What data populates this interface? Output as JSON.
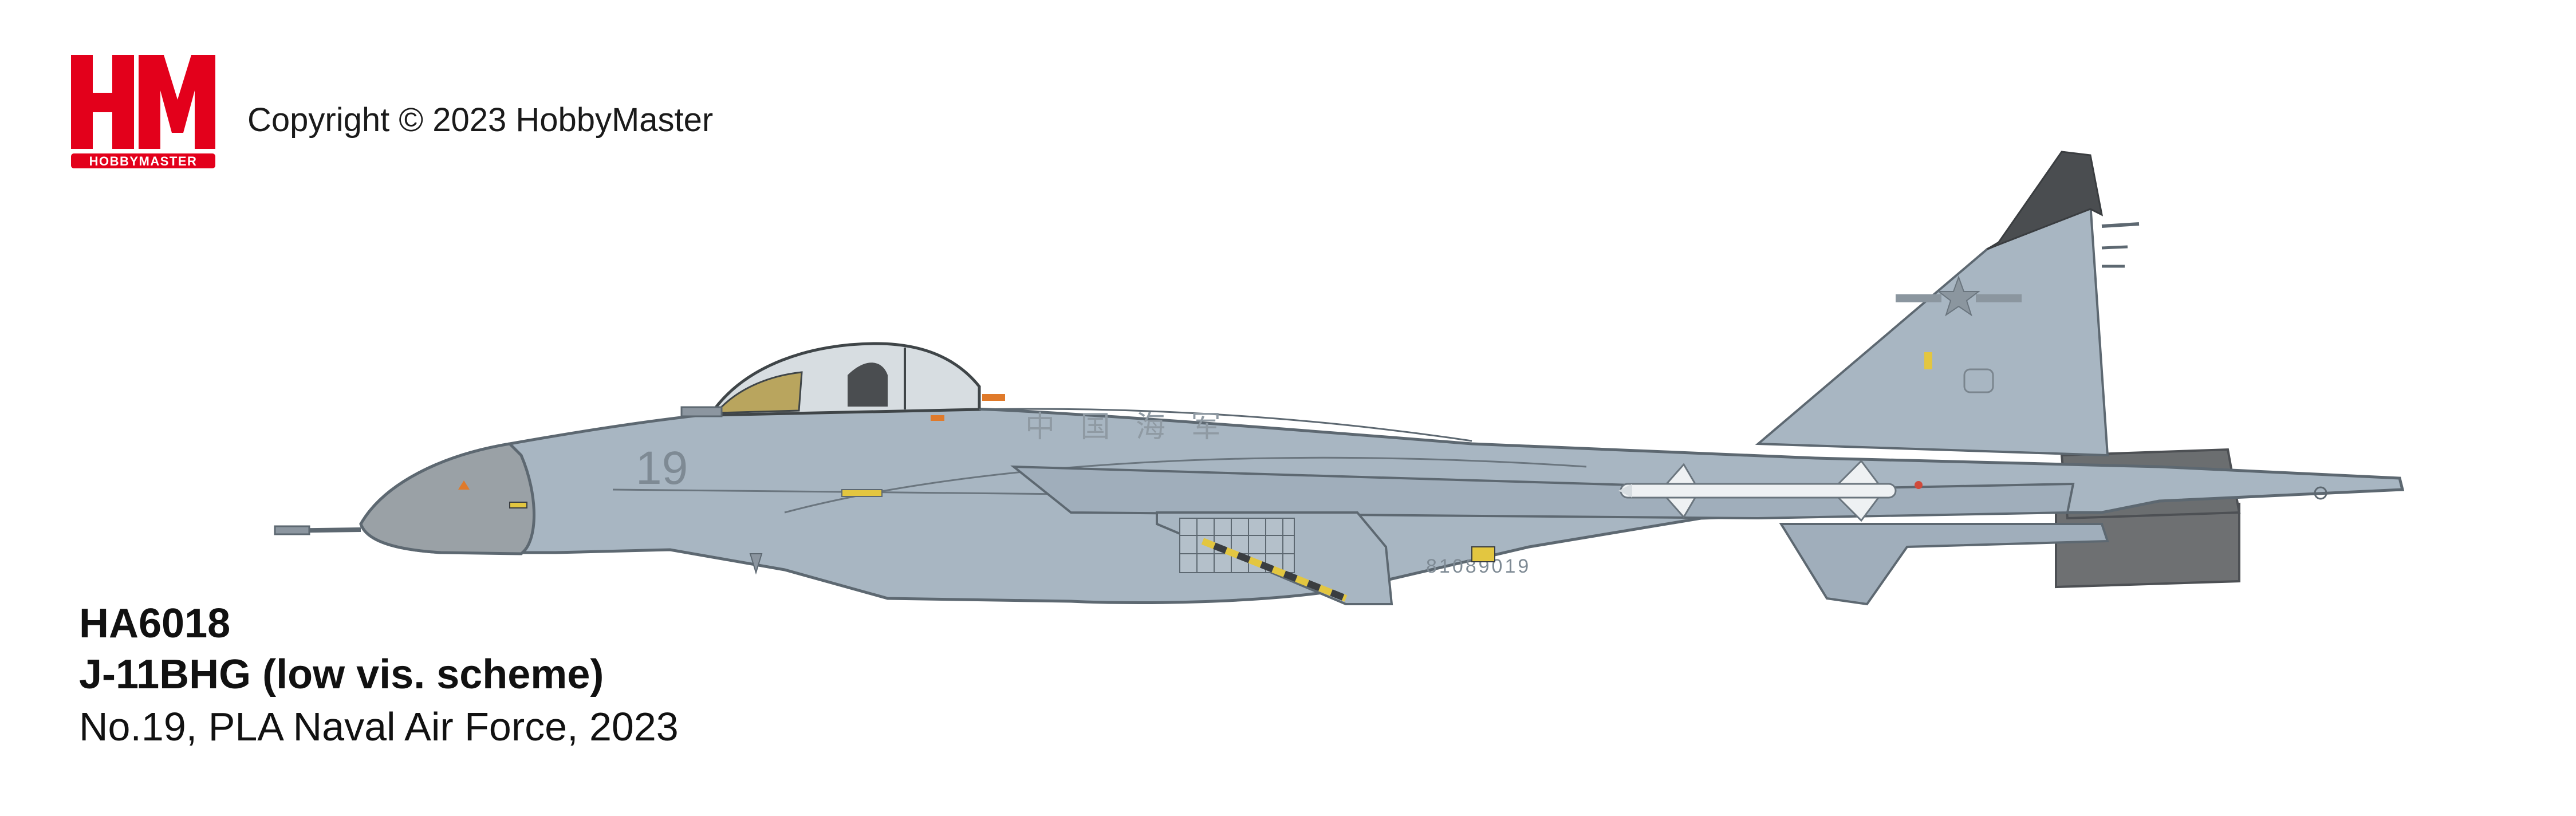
{
  "logo": {
    "letters": "HM",
    "wordmark": "HOBBYMASTER",
    "color": "#e3001b"
  },
  "copyright": "Copyright © 2023 HobbyMaster",
  "aircraft": {
    "icon": "fighter-jet-side-profile",
    "nose_number": "19",
    "fuselage_characters": "中 国 海 军",
    "fuselage_serial": "81089019",
    "colors": {
      "camouflage": "#a8b6c2",
      "radome": "#9aa1a6",
      "tail_tip": "#4a4d50",
      "engine_nozzle": "#6e7072",
      "panel_line": "#5d6871"
    }
  },
  "caption": {
    "code": "HA6018",
    "model": "J-11BHG (low vis. scheme)",
    "description": "No.19, PLA Naval Air Force, 2023"
  }
}
